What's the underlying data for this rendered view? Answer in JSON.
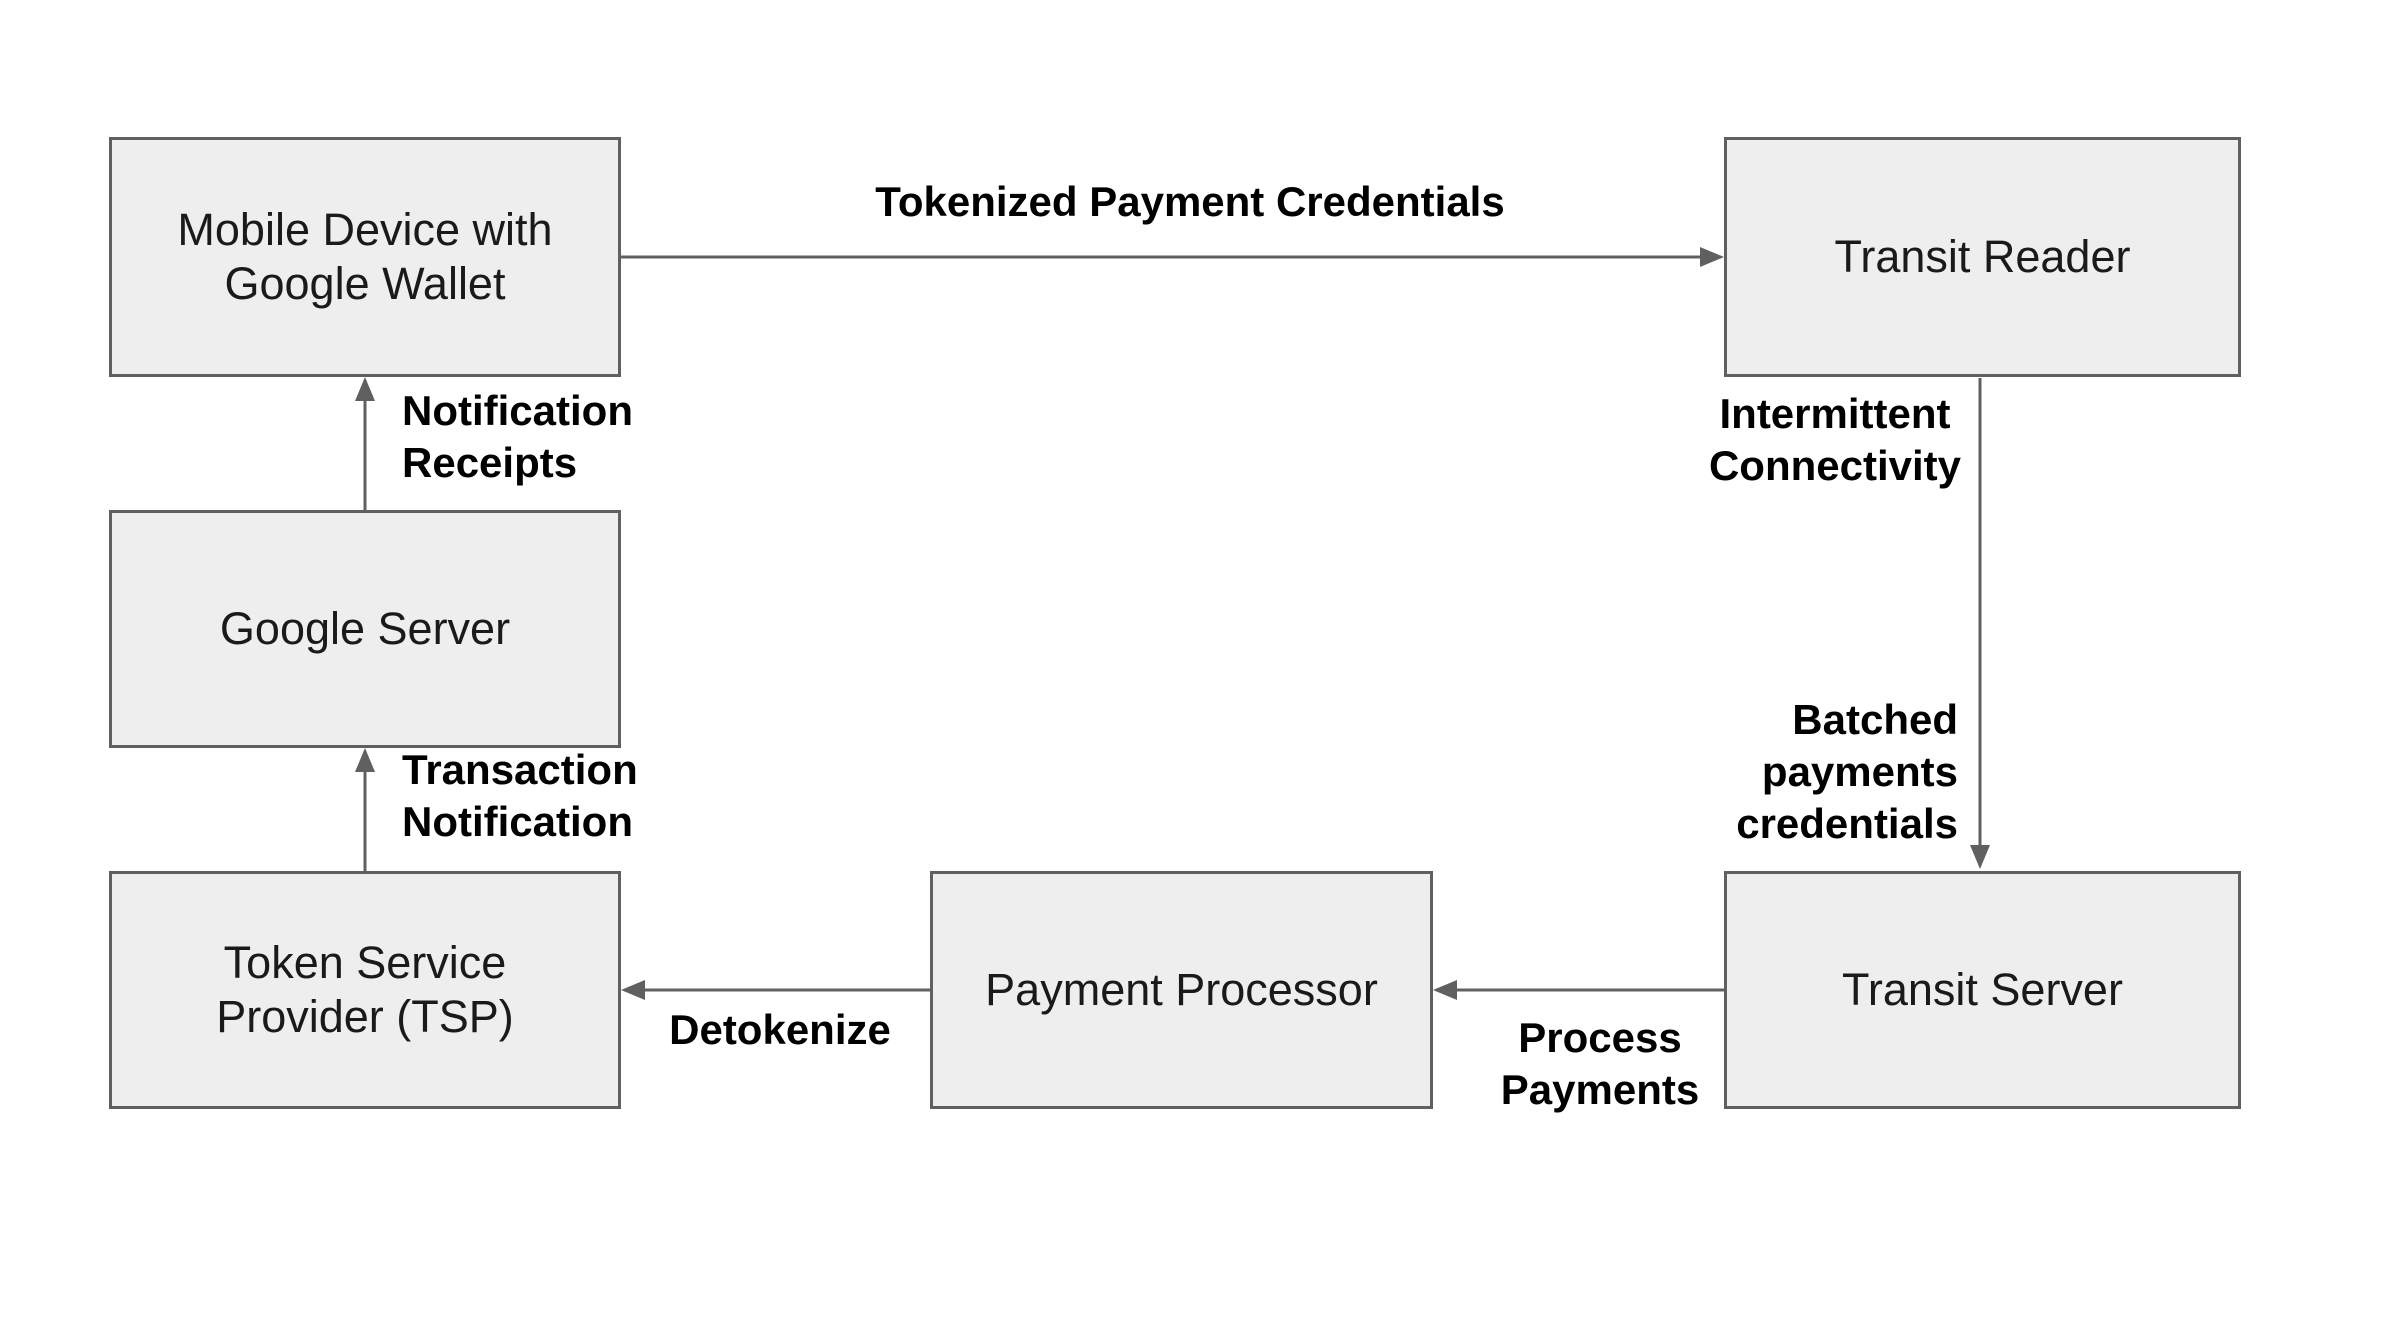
{
  "diagram": {
    "type": "flow-diagram",
    "background": "#ffffff",
    "colors": {
      "node_fill": "#eeeeee",
      "node_border": "#606060",
      "arrow": "#606060",
      "node_text": "#1a1a1a",
      "label_text": "#000000"
    },
    "nodes": [
      {
        "id": "mobile-device",
        "label": "Mobile Device with\nGoogle Wallet"
      },
      {
        "id": "transit-reader",
        "label": "Transit Reader"
      },
      {
        "id": "google-server",
        "label": "Google Server"
      },
      {
        "id": "token-service-provider",
        "label": "Token Service\nProvider (TSP)"
      },
      {
        "id": "payment-processor",
        "label": "Payment Processor"
      },
      {
        "id": "transit-server",
        "label": "Transit Server"
      }
    ],
    "edges": [
      {
        "from": "mobile-device",
        "to": "transit-reader",
        "label": "Tokenized Payment Credentials"
      },
      {
        "from": "transit-reader",
        "to": "transit-server",
        "label": "Intermittent\nConnectivity",
        "label2": "Batched\npayments\ncredentials"
      },
      {
        "from": "transit-server",
        "to": "payment-processor",
        "label": "Process\nPayments"
      },
      {
        "from": "payment-processor",
        "to": "token-service-provider",
        "label": "Detokenize"
      },
      {
        "from": "token-service-provider",
        "to": "google-server",
        "label": "Transaction\nNotification"
      },
      {
        "from": "google-server",
        "to": "mobile-device",
        "label": "Notification\nReceipts"
      }
    ]
  }
}
